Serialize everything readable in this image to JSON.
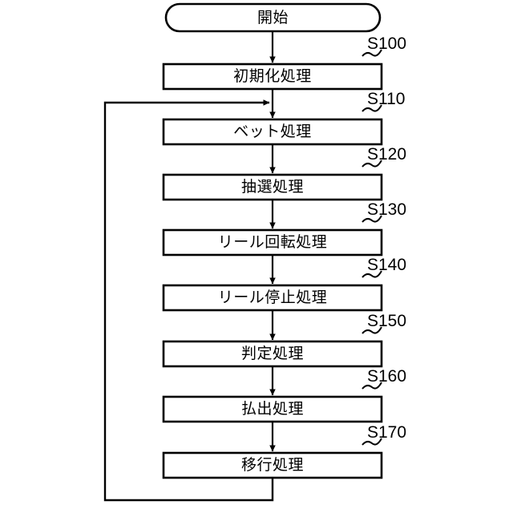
{
  "diagram": {
    "type": "flowchart",
    "title_text": "",
    "stroke_color": "#000000",
    "fill_color": "#ffffff",
    "background_color": "#ffffff",
    "start_node": {
      "label": "開始",
      "shape": "stadium"
    },
    "process_nodes": [
      {
        "label": "初期化処理",
        "step": "S100"
      },
      {
        "label": "ベット処理",
        "step": "S110"
      },
      {
        "label": "抽選処理",
        "step": "S120"
      },
      {
        "label": "リール回転処理",
        "step": "S130"
      },
      {
        "label": "リール停止処理",
        "step": "S140"
      },
      {
        "label": "判定処理",
        "step": "S150"
      },
      {
        "label": "払出処理",
        "step": "S160"
      },
      {
        "label": "移行処理",
        "step": "S170"
      }
    ],
    "loop": {
      "from_node_index": 7,
      "to_node_index": 1,
      "description": "feedback-loop-to-bet-process"
    }
  }
}
